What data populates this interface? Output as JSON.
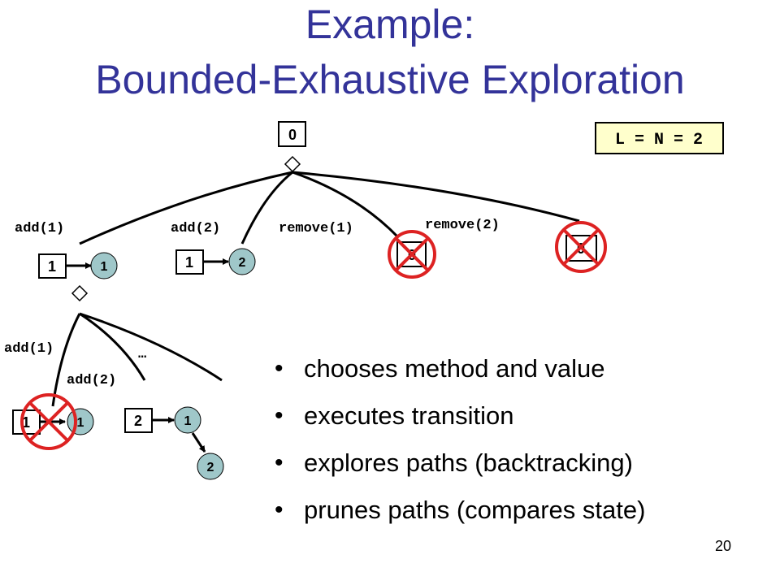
{
  "slide": {
    "title_line1": "Example:",
    "title_line2": "Bounded-Exhaustive Exploration",
    "bound_label": "L = N = 2",
    "page_number": "20",
    "colors": {
      "title": "#333399",
      "node_fill": "#9fc7c9",
      "bound_box": "#ffffcc",
      "cross": "#dd2222"
    }
  },
  "tree": {
    "root_box": "0",
    "edges_root": [
      "add(1)",
      "add(2)",
      "remove(1)",
      "remove(2)"
    ],
    "edges_sub": [
      "add(1)",
      "add(2)",
      "…"
    ],
    "state_add1": {
      "size": "1",
      "node": "1"
    },
    "state_add2": {
      "size": "1",
      "node": "2"
    },
    "state_remove1": {
      "size": "0"
    },
    "state_remove2": {
      "size": "0"
    },
    "state_sub_add1": {
      "size": "1",
      "node": "1"
    },
    "state_sub_add2": {
      "size": "2",
      "node1": "1",
      "node2": "2"
    }
  },
  "bullets": [
    "chooses method and value",
    "executes transition",
    "explores paths (backtracking)",
    "prunes paths (compares state)"
  ]
}
